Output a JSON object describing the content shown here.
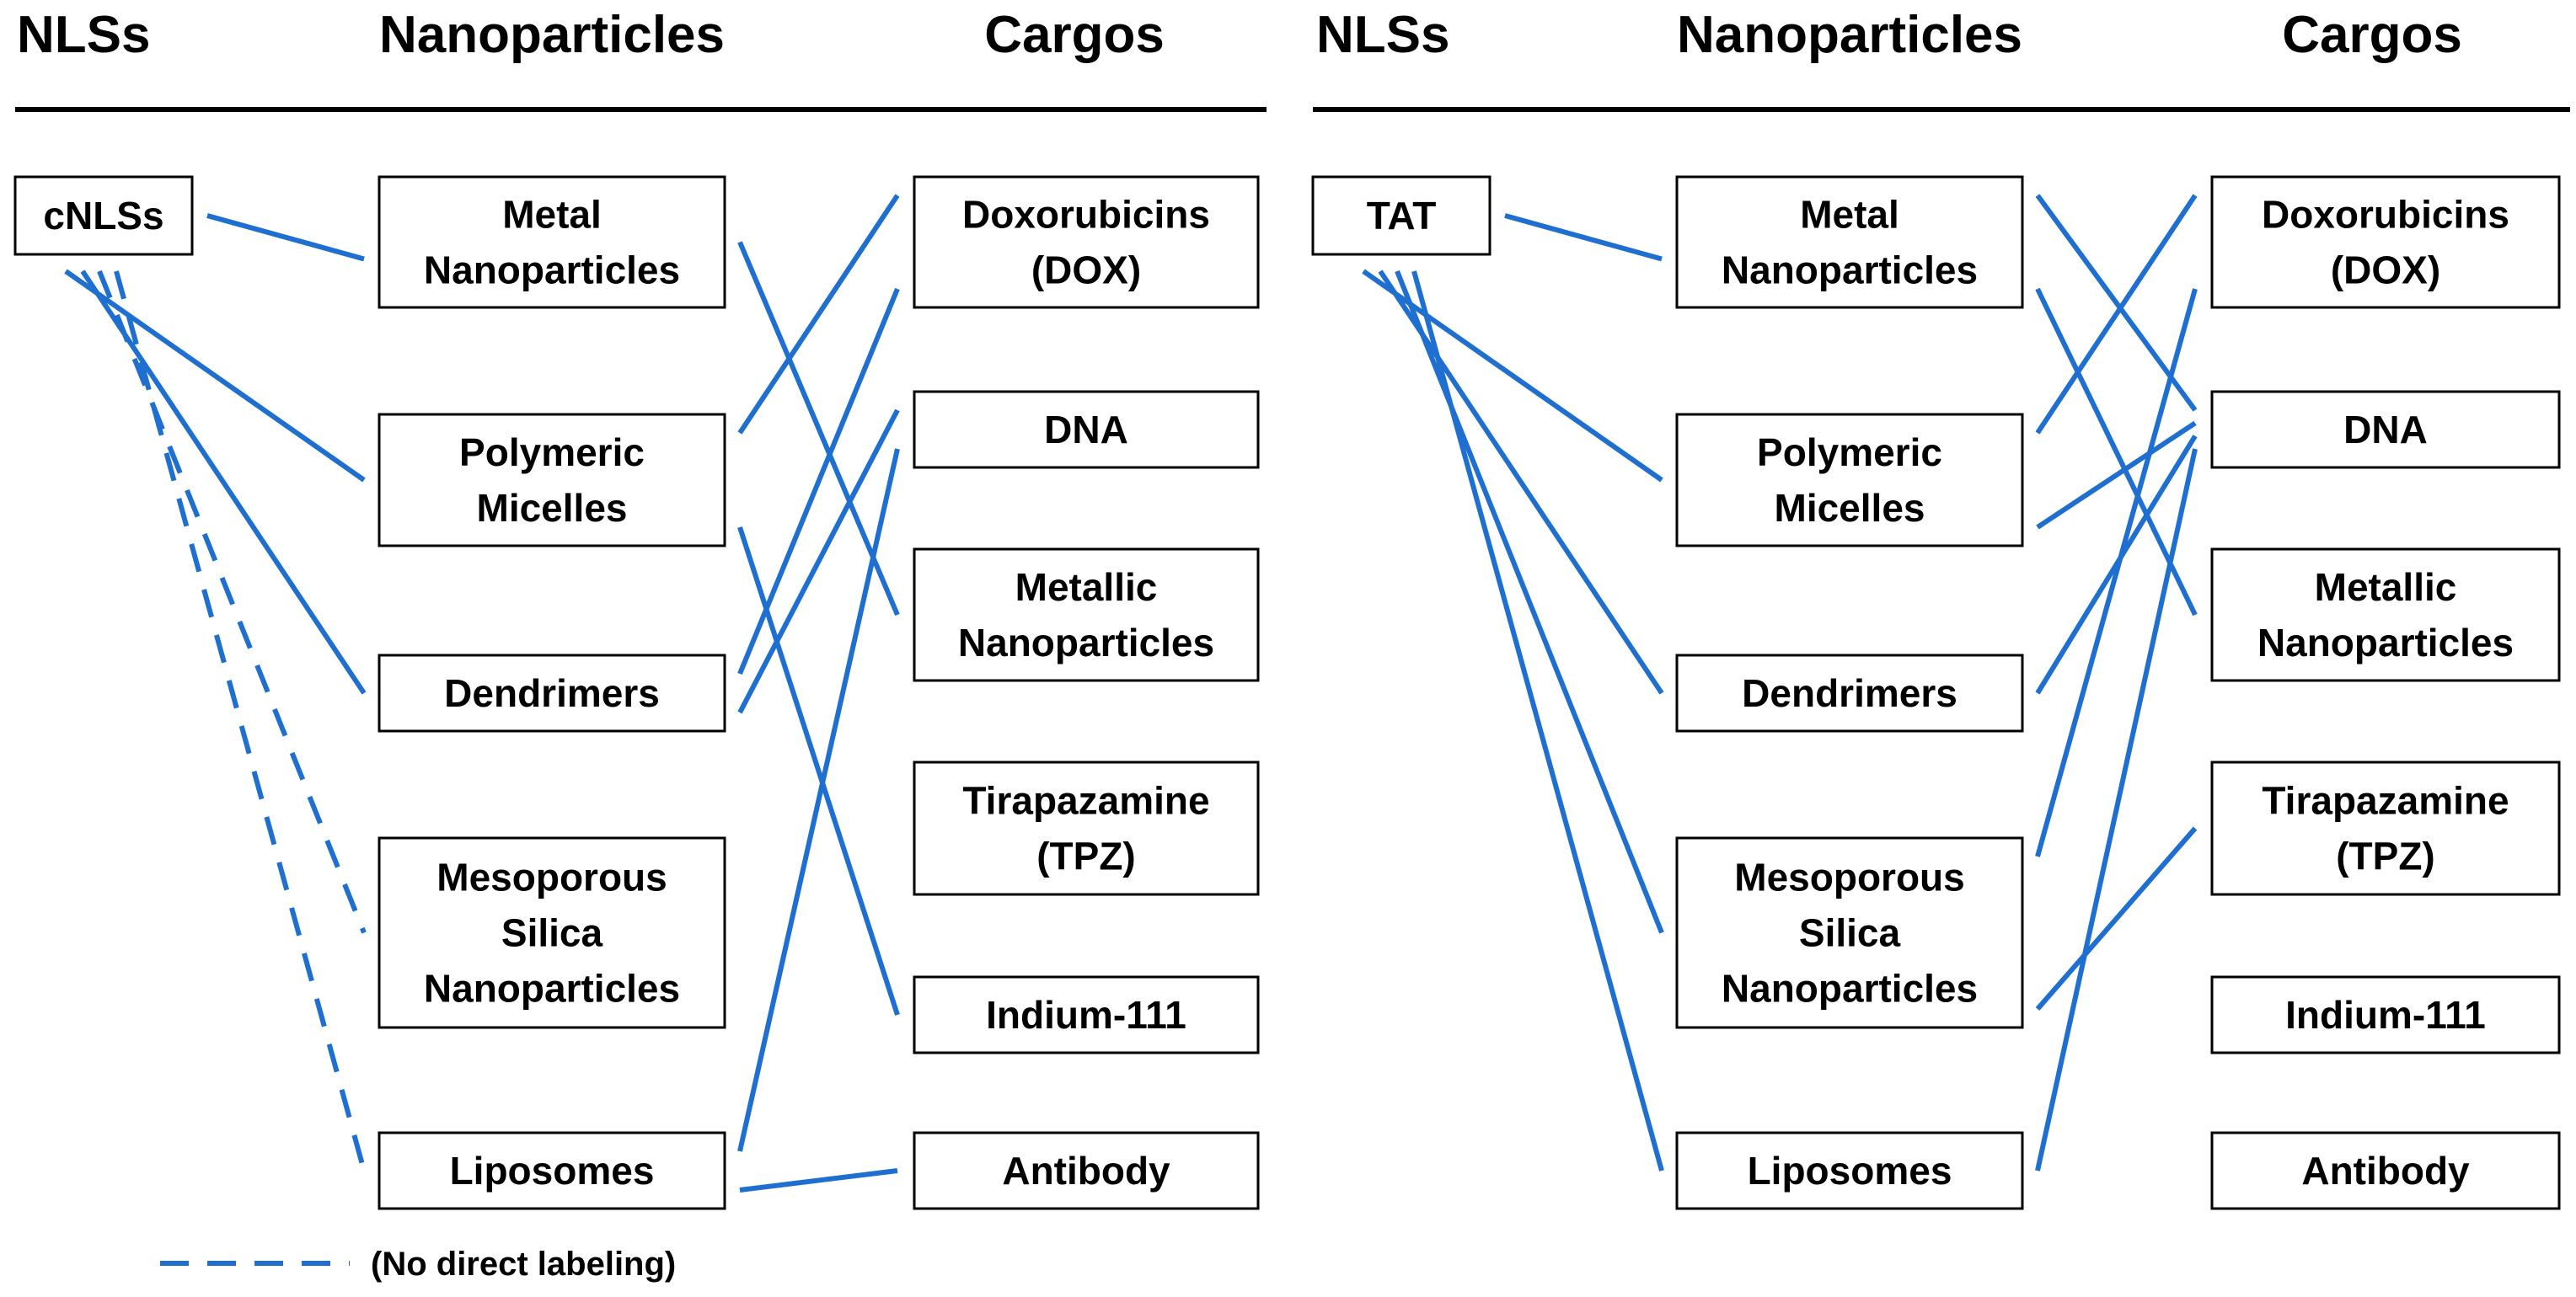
{
  "accent_color": "#1e6fd0",
  "panels": [
    {
      "headers": {
        "nls": "NLSs",
        "nanoparticles": "Nanoparticles",
        "cargos": "Cargos"
      },
      "nls_label": "cNLSs",
      "nanoparticles": [
        "Metal\nNanoparticles",
        "Polymeric\nMicelles",
        "Dendrimers",
        "Mesoporous\nSilica\nNanoparticles",
        "Liposomes"
      ],
      "cargos": [
        "Doxorubicins\n(DOX)",
        "DNA",
        "Metallic\nNanoparticles",
        "Tirapazamine\n(TPZ)",
        "Indium-111",
        "Antibody"
      ],
      "nls_links": [
        {
          "to": 0,
          "style": "solid"
        },
        {
          "to": 1,
          "style": "solid"
        },
        {
          "to": 2,
          "style": "solid"
        },
        {
          "to": 3,
          "style": "dashed"
        },
        {
          "to": 4,
          "style": "dashed"
        }
      ],
      "cargo_links": [
        {
          "from": 0,
          "to": 2
        },
        {
          "from": 1,
          "to": 0
        },
        {
          "from": 1,
          "to": 4
        },
        {
          "from": 2,
          "to": 0
        },
        {
          "from": 2,
          "to": 1
        },
        {
          "from": 4,
          "to": 1
        },
        {
          "from": 4,
          "to": 5
        }
      ]
    },
    {
      "headers": {
        "nls": "NLSs",
        "nanoparticles": "Nanoparticles",
        "cargos": "Cargos"
      },
      "nls_label": "TAT",
      "nanoparticles": [
        "Metal\nNanoparticles",
        "Polymeric\nMicelles",
        "Dendrimers",
        "Mesoporous\nSilica\nNanoparticles",
        "Liposomes"
      ],
      "cargos": [
        "Doxorubicins\n(DOX)",
        "DNA",
        "Metallic\nNanoparticles",
        "Tirapazamine\n(TPZ)",
        "Indium-111",
        "Antibody"
      ],
      "nls_links": [
        {
          "to": 0,
          "style": "solid"
        },
        {
          "to": 1,
          "style": "solid"
        },
        {
          "to": 2,
          "style": "solid"
        },
        {
          "to": 3,
          "style": "solid"
        },
        {
          "to": 4,
          "style": "solid"
        }
      ],
      "cargo_links": [
        {
          "from": 0,
          "to": 1
        },
        {
          "from": 0,
          "to": 2
        },
        {
          "from": 1,
          "to": 0
        },
        {
          "from": 1,
          "to": 1
        },
        {
          "from": 2,
          "to": 1
        },
        {
          "from": 3,
          "to": 0
        },
        {
          "from": 3,
          "to": 3
        },
        {
          "from": 4,
          "to": 1
        }
      ]
    }
  ],
  "legend": {
    "style": "dashed",
    "text": "(No direct labeling)"
  }
}
